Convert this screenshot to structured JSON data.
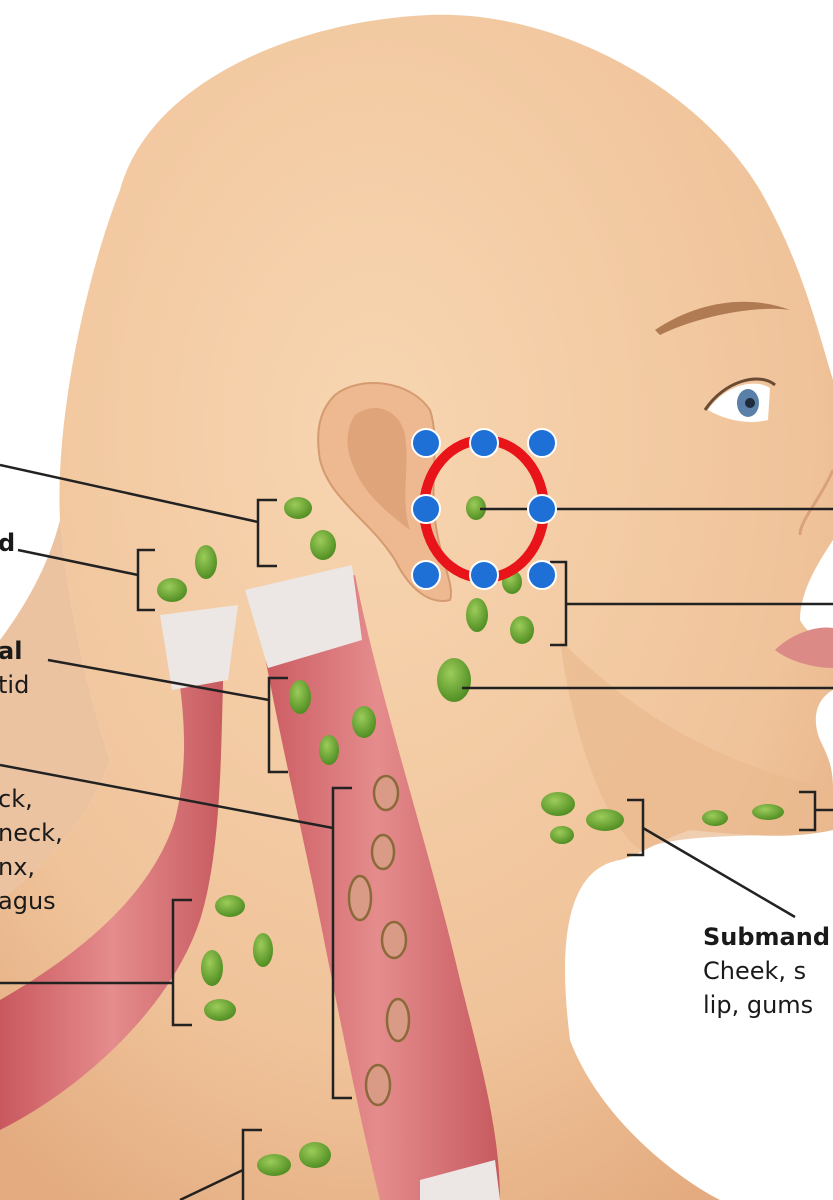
{
  "labels": {
    "left_1": {
      "title": "al",
      "lines": [
        "tid"
      ]
    },
    "left_2": {
      "lines": [
        "ck,",
        "neck,",
        "nx,",
        "agus"
      ]
    },
    "left_top": {
      "title": "d"
    },
    "submandibular": {
      "title": "Submand",
      "lines": [
        "Cheek, s",
        "lip, gums"
      ]
    }
  },
  "selection": {
    "ring_color": "#e8141a",
    "handle_color": "#1e6fd6",
    "handle_names": [
      "top-left",
      "top-center",
      "top-right",
      "middle-left",
      "middle-right",
      "bottom-left",
      "bottom-center",
      "bottom-right"
    ]
  },
  "colors": {
    "skin": "#f2c9a0",
    "skin_shadow": "#e8b587",
    "node": "#6fa82f",
    "node_dark": "#3f7a1c",
    "muscle": "#d9767a",
    "tendon": "#e8e2e0",
    "line": "#222222"
  }
}
